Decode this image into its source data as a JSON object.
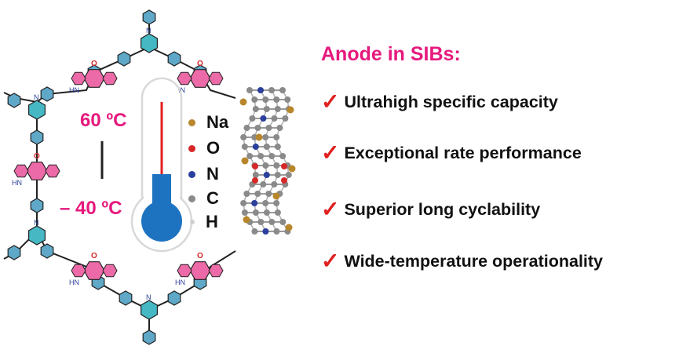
{
  "panel": {
    "title": "Anode in SIBs:",
    "check_symbol": "✓",
    "features": [
      "Ultrahigh specific capacity",
      "Exceptional rate performance",
      "Superior long cyclability",
      "Wide-temperature operationality"
    ]
  },
  "temperature": {
    "high": "60 ºC",
    "low": "– 40 ºC"
  },
  "legend": [
    {
      "label": "Na",
      "color": "#b8862b"
    },
    {
      "label": "O",
      "color": "#d62828"
    },
    {
      "label": "N",
      "color": "#2b3f9c"
    },
    {
      "label": "C",
      "color": "#8a8a8a"
    },
    {
      "label": "H",
      "color": "#d0d0d0"
    }
  ],
  "atom_labels": {
    "triazine_n": "N",
    "nh": "HN",
    "carbonyl_o": "O"
  },
  "colors": {
    "accent": "#e6197d",
    "check": "#e02020",
    "thermometer": "#1e73c0",
    "mercury_line": "#e02020",
    "triazine": "#45b8c4",
    "imide_core": "#ec6aa8",
    "phenyl": "#5fa8c8"
  }
}
